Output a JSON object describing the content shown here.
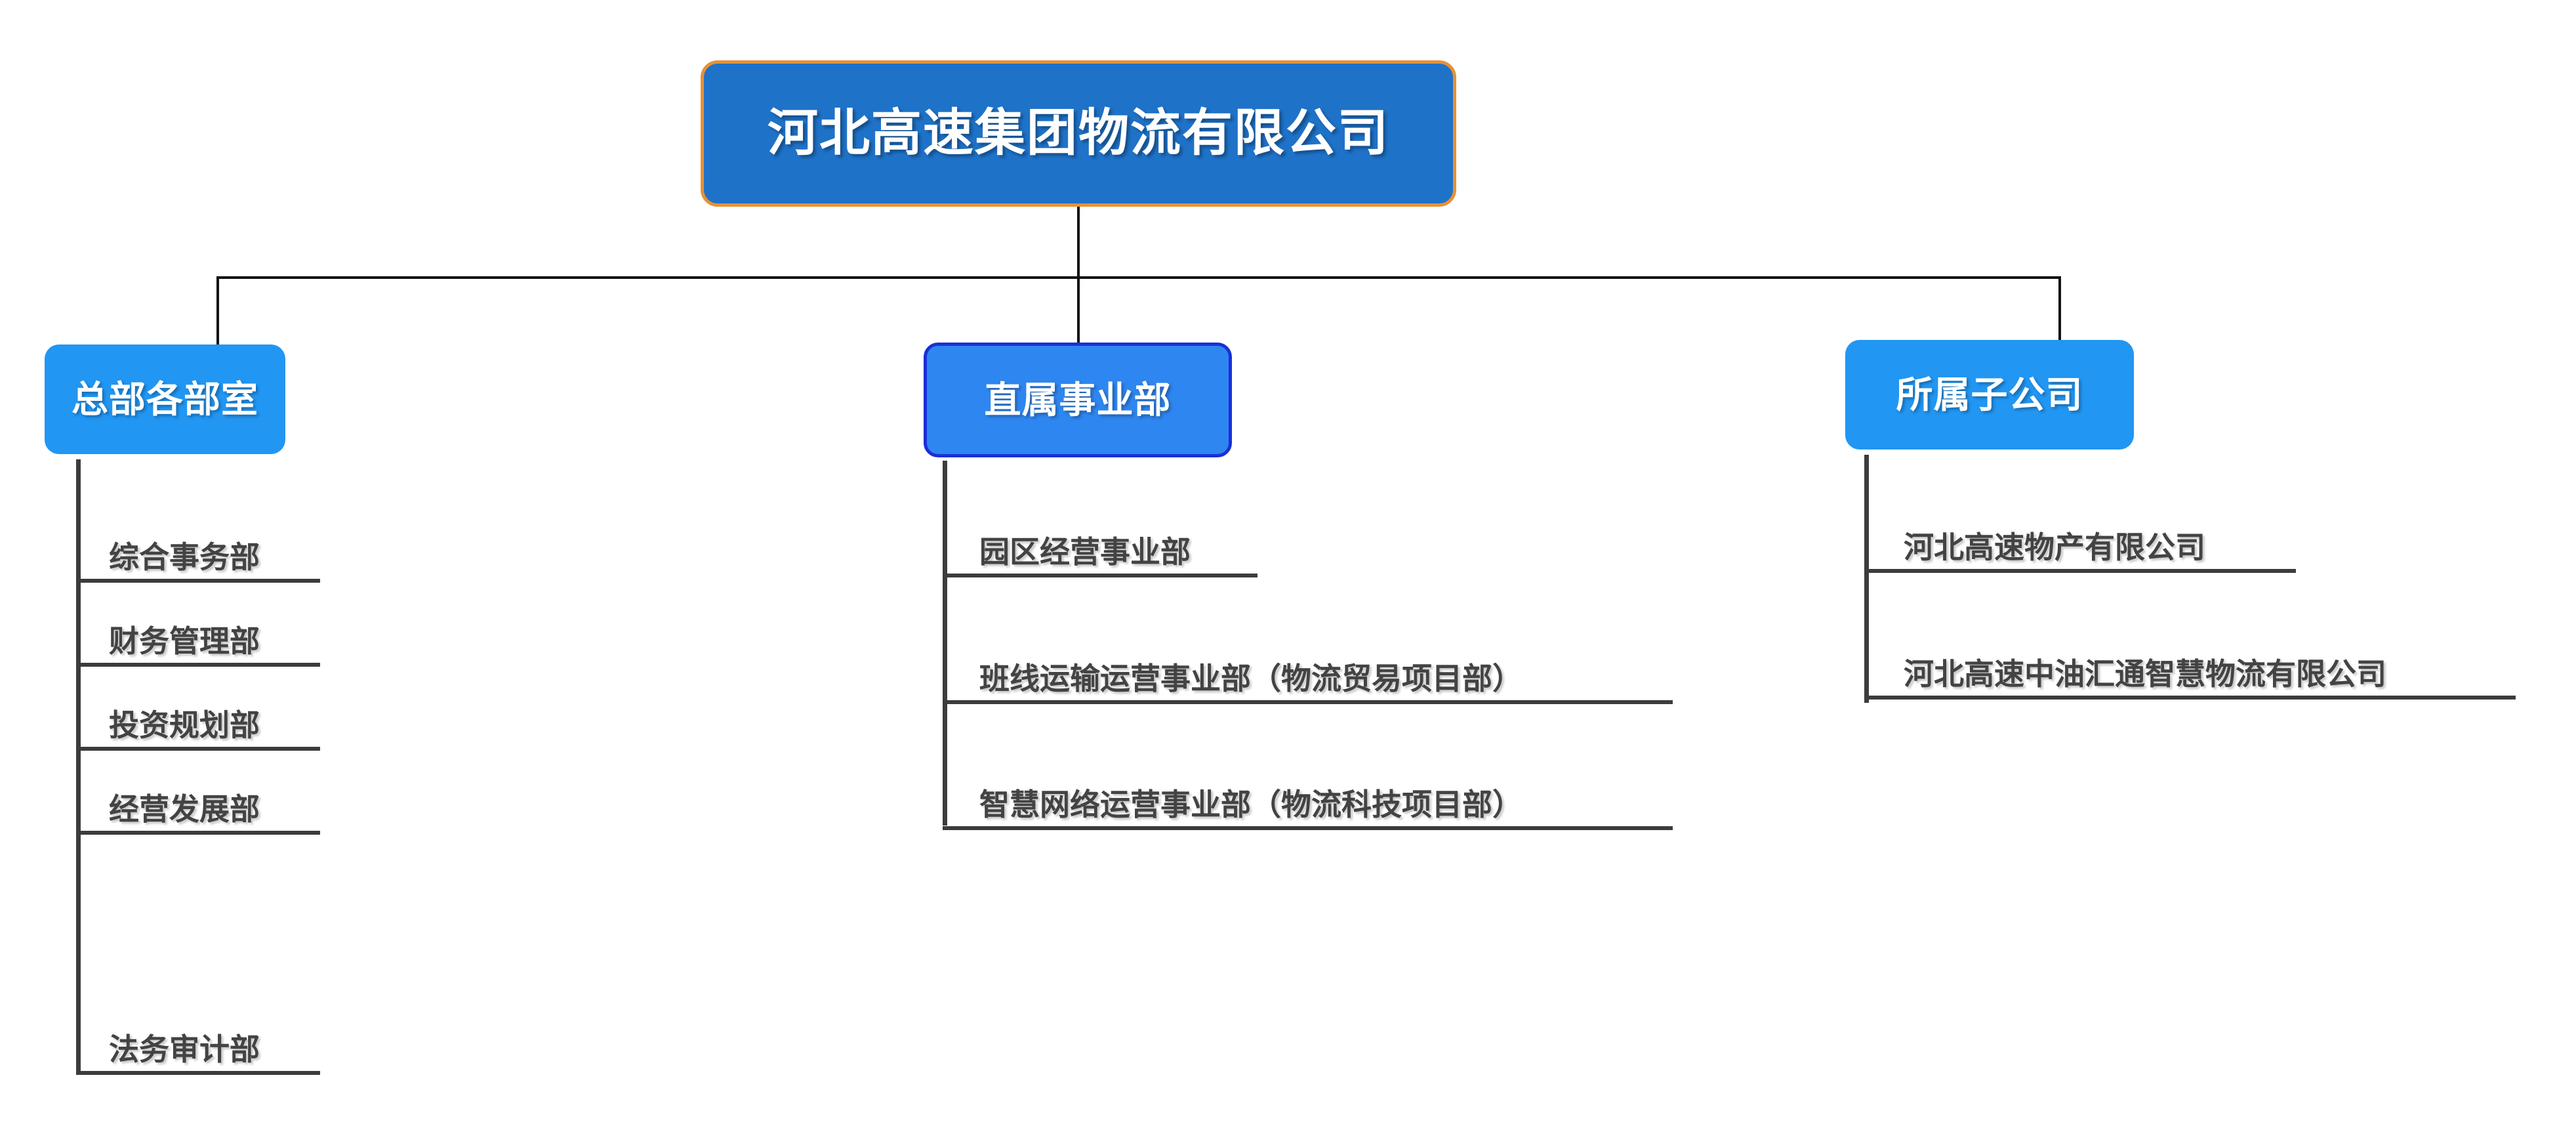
{
  "diagram": {
    "title": "河北高速集团物流有限公司",
    "type": "organization-chart",
    "colors": {
      "root_fill": "#1E72C8",
      "root_border": "#E69138",
      "branch_fill": "#2196F3",
      "branch_outlined_fill": "#2E86F0",
      "branch_outlined_border": "#1A2FD8",
      "connector": "#111111",
      "leaf_line": "#3C3C3C",
      "leaf_text": "#434343",
      "node_text": "#FFFFFF",
      "background": "#FFFFFF"
    },
    "root": {
      "label": "河北高速集团物流有限公司"
    },
    "branches": [
      {
        "label": "总部各部室",
        "style": "plain",
        "children": [
          {
            "label": "综合事务部"
          },
          {
            "label": "财务管理部"
          },
          {
            "label": "投资规划部"
          },
          {
            "label": "经营发展部"
          },
          {
            "label": "法务审计部"
          }
        ]
      },
      {
        "label": "直属事业部",
        "style": "outlined",
        "children": [
          {
            "label": "园区经营事业部"
          },
          {
            "label": "班线运输运营事业部（物流贸易项目部）"
          },
          {
            "label": "智慧网络运营事业部（物流科技项目部）"
          }
        ]
      },
      {
        "label": "所属子公司",
        "style": "plain",
        "children": [
          {
            "label": "河北高速物产有限公司"
          },
          {
            "label": "河北高速中油汇通智慧物流有限公司"
          }
        ]
      }
    ]
  }
}
